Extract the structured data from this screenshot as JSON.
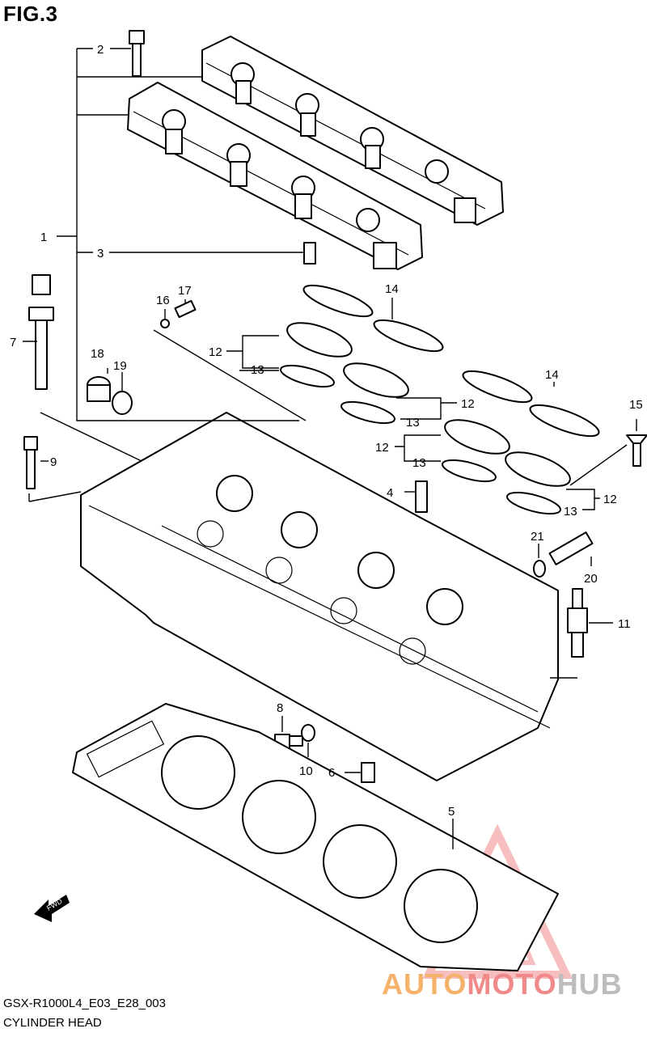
{
  "figure": {
    "title": "FIG.3",
    "model_code": "GSX-R1000L4_E03_E28_003",
    "caption": "CYLINDER HEAD"
  },
  "watermark": {
    "part1": "AUTO",
    "part2": "MOTO",
    "part3": "HUB",
    "colors": {
      "auto": "#f4b26a",
      "moto": "#f08a8a",
      "hub": "#bdbdbd",
      "triangle": "#f08a8a"
    }
  },
  "fwd_label": "FWD",
  "callouts": {
    "c1": "1",
    "c2": "2",
    "c3": "3",
    "c4": "4",
    "c5": "5",
    "c6": "6",
    "c7": "7",
    "c8": "8",
    "c9": "9",
    "c10": "10",
    "c11": "11",
    "c12a": "12",
    "c12b": "12",
    "c12c": "12",
    "c12d": "12",
    "c13a": "13",
    "c13b": "13",
    "c13c": "13",
    "c13d": "13",
    "c14a": "14",
    "c14b": "14",
    "c15": "15",
    "c16": "16",
    "c17": "17",
    "c18": "18",
    "c19": "19",
    "c20": "20",
    "c21": "21"
  }
}
